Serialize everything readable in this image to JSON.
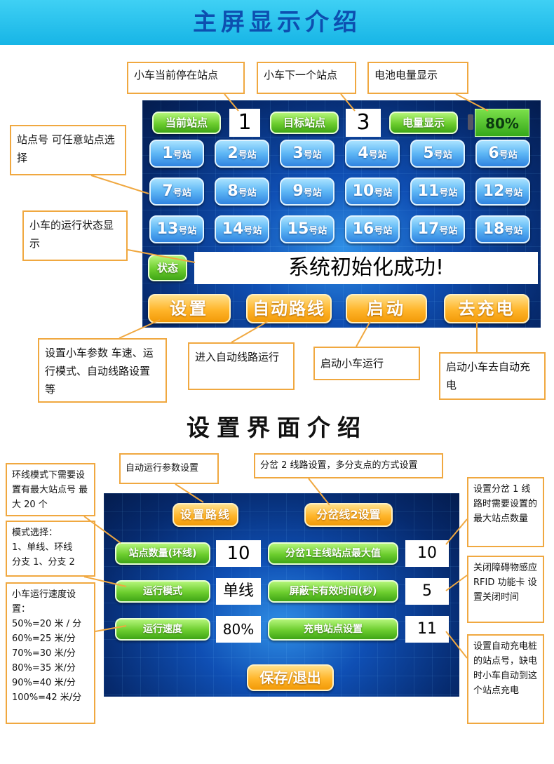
{
  "header": {
    "title": "主屏显示介绍"
  },
  "main_screen": {
    "current_station": {
      "label": "当前站点",
      "value": "1"
    },
    "target_station": {
      "label": "目标站点",
      "value": "3"
    },
    "battery": {
      "label": "电量显示",
      "value": "80%"
    },
    "stations": [
      {
        "num": "1",
        "suffix": "号站"
      },
      {
        "num": "2",
        "suffix": "号站"
      },
      {
        "num": "3",
        "suffix": "号站"
      },
      {
        "num": "4",
        "suffix": "号站"
      },
      {
        "num": "5",
        "suffix": "号站"
      },
      {
        "num": "6",
        "suffix": "号站"
      },
      {
        "num": "7",
        "suffix": "号站"
      },
      {
        "num": "8",
        "suffix": "号站"
      },
      {
        "num": "9",
        "suffix": "号站"
      },
      {
        "num": "10",
        "suffix": "号站"
      },
      {
        "num": "11",
        "suffix": "号站"
      },
      {
        "num": "12",
        "suffix": "号站"
      },
      {
        "num": "13",
        "suffix": "号站"
      },
      {
        "num": "14",
        "suffix": "号站"
      },
      {
        "num": "15",
        "suffix": "号站"
      },
      {
        "num": "16",
        "suffix": "号站"
      },
      {
        "num": "17",
        "suffix": "号站"
      },
      {
        "num": "18",
        "suffix": "号站"
      }
    ],
    "status": {
      "label": "状态",
      "text": "系统初始化成功!"
    },
    "buttons": {
      "settings": "设置",
      "auto_route": "自动路线",
      "start": "启动",
      "charge": "去充电"
    }
  },
  "main_callouts": {
    "current_stop": "小车当前停在站点",
    "next_stop": "小车下一个站点",
    "battery": "电池电量显示",
    "station_no": "站点号 可任意站点选择",
    "run_status": "小车的运行状态显示",
    "settings": "设置小车参数 车速、运行模式、自动线路设置等",
    "auto_route": "进入自动线路运行",
    "start": "启动小车运行",
    "charge": "启动小车去自动充电"
  },
  "settings_section": {
    "title": "设置界面介绍"
  },
  "settings_screen": {
    "set_route": "设置路线",
    "branch2": "分岔线2设置",
    "station_count": {
      "label": "站点数量(环线)",
      "value": "10"
    },
    "run_mode": {
      "label": "运行模式",
      "value": "单线"
    },
    "run_speed": {
      "label": "运行速度",
      "value": "80%"
    },
    "branch1_max": {
      "label": "分岔1主线站点最大值",
      "value": "10"
    },
    "shield_time": {
      "label": "屏蔽卡有效时间(秒)",
      "value": "5"
    },
    "charge_station": {
      "label": "充电站点设置",
      "value": "11"
    },
    "save_exit": "保存/退出"
  },
  "settings_callouts": {
    "auto_params": "自动运行参数设置",
    "branch2": "分岔 2 线路设置，多分支点的方式设置",
    "ring_mode": "环线模式下需要设置有最大站点号 最大 20 个",
    "mode_select": [
      "模式选择：",
      "1、单线、环线",
      "分支 1、分支 2"
    ],
    "speed": [
      "小车运行速度设置：",
      "50%=20 米 / 分",
      "60%=25 米/分",
      "70%=30 米/分",
      "80%=35 米/分",
      "90%=40 米/分",
      "100%=42 米/分"
    ],
    "branch1_max": "设置分岔 1 线路时需要设置的最大站点数量",
    "rfid": "关闭障碍物感应 RFID 功能卡 设置关闭时间",
    "charge": "设置自动充电桩的站点号，缺电时小车自动到这个站点充电"
  }
}
